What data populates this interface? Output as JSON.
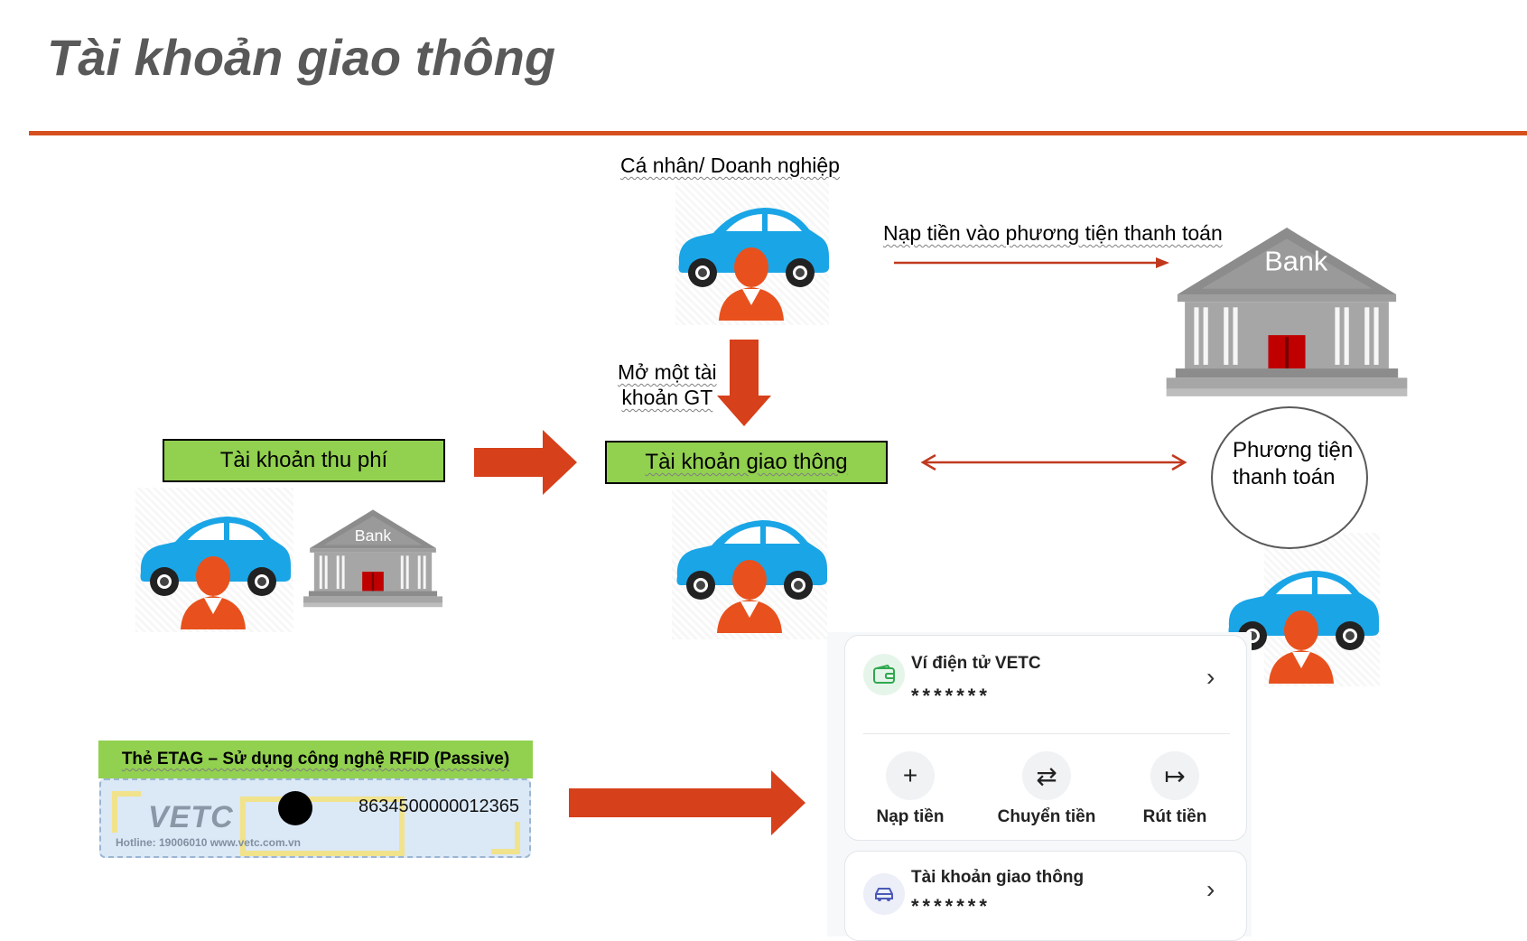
{
  "page": {
    "title": "Tài khoản giao thông",
    "accent_color": "#d6501f",
    "green_color": "#92d050"
  },
  "top_actor": {
    "label": "Cá nhân/ Doanh nghiệp",
    "icon": "car-person-icon"
  },
  "top_flow": {
    "label": "Nạp tiền vào phương tiện thanh toán",
    "bank_text": "Bank"
  },
  "down_arrow": {
    "label_line1": "Mở một tài",
    "label_line2": "khoản GT"
  },
  "toll_account": {
    "label": "Tài khoản thu phí",
    "bank_text": "Bank"
  },
  "traffic_account": {
    "label": "Tài khoản giao thông"
  },
  "payment_circle": {
    "label": "Phương tiện thanh toán"
  },
  "etag": {
    "header": "Thẻ ETAG – Sử dụng công nghệ RFID (Passive)",
    "logo": "VETC",
    "number": "8634500000012365",
    "hotline": "Hotline: 19006010  www.vetc.com.vn"
  },
  "wallet": {
    "title": "Ví điện tử VETC",
    "masked": "*******",
    "icon": "wallet-icon",
    "actions": [
      {
        "label": "Nạp tiền",
        "icon": "plus-icon",
        "glyph": "+"
      },
      {
        "label": "Chuyển tiền",
        "icon": "transfer-icon",
        "glyph": "⇄"
      },
      {
        "label": "Rút tiền",
        "icon": "withdraw-icon",
        "glyph": "↦"
      }
    ]
  },
  "traffic_card": {
    "title": "Tài khoản giao thông",
    "masked": "*******",
    "icon": "car-icon"
  },
  "chevron_glyph": "›"
}
